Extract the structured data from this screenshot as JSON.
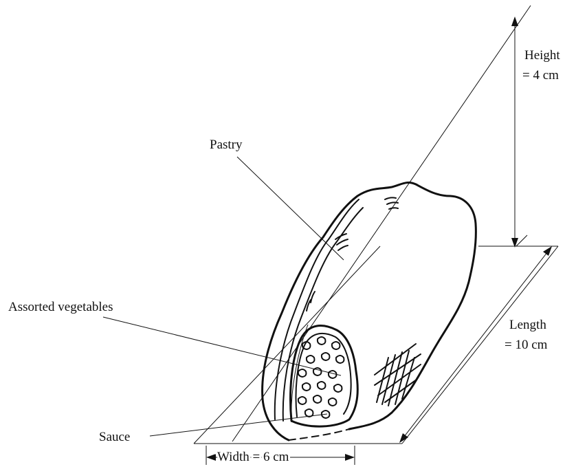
{
  "diagram": {
    "labels": {
      "pastry": "Pastry",
      "vegetables": "Assorted vegetables",
      "sauce": "Sauce",
      "height_line1": "Height",
      "height_line2": "= 4 cm",
      "length_line1": "Length",
      "length_line2": "= 10 cm",
      "width": "Width = 6 cm"
    }
  }
}
